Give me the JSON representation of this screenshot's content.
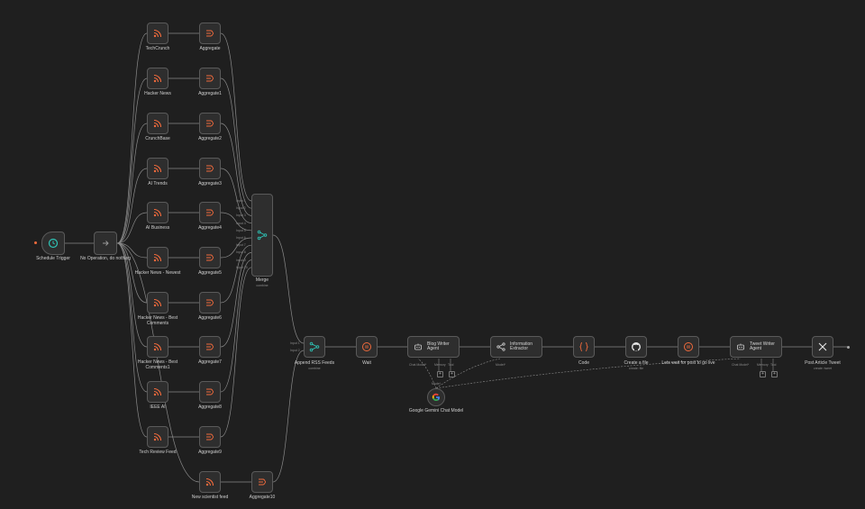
{
  "workflow": {
    "nodes": {
      "schedule_trigger": {
        "label": "Schedule Trigger",
        "icon": "clock-icon"
      },
      "no_op": {
        "label": "No Operation, do nothing",
        "icon": "arrow-right-icon"
      },
      "feeds": [
        {
          "label": "TechCrunch",
          "icon": "rss-icon"
        },
        {
          "label": "Hacker News",
          "icon": "rss-icon"
        },
        {
          "label": "CrunchBase",
          "icon": "rss-icon"
        },
        {
          "label": "AI Trends",
          "icon": "rss-icon"
        },
        {
          "label": "AI Business",
          "icon": "rss-icon"
        },
        {
          "label": "Hacker News - Newest",
          "icon": "rss-icon"
        },
        {
          "label": "Hacker News - Best Comments",
          "icon": "rss-icon"
        },
        {
          "label": "Hacker News - Best Comments1",
          "icon": "rss-icon"
        },
        {
          "label": "IEEE AI",
          "icon": "rss-icon"
        },
        {
          "label": "Tech Review Feed",
          "icon": "rss-icon"
        },
        {
          "label": "New scientist feed",
          "icon": "rss-icon"
        }
      ],
      "aggregates": [
        {
          "label": "Aggregate"
        },
        {
          "label": "Aggregate1"
        },
        {
          "label": "Aggregate2"
        },
        {
          "label": "Aggregate3"
        },
        {
          "label": "Aggregate4"
        },
        {
          "label": "Aggregate5"
        },
        {
          "label": "Aggregate6"
        },
        {
          "label": "Aggregate7"
        },
        {
          "label": "Aggregate8"
        },
        {
          "label": "Aggregate9"
        },
        {
          "label": "Aggregate10"
        }
      ],
      "merge": {
        "label": "Merge",
        "sublabel": "combine",
        "icon": "merge-icon",
        "inputs": [
          "Input 1",
          "Input 2",
          "Input 3",
          "Input 4",
          "Input 5",
          "Input 6",
          "Input 7",
          "Input 8",
          "Input 9",
          "Input 10"
        ]
      },
      "append": {
        "label": "Append RSS Feeds",
        "sublabel": "combine",
        "icon": "merge-icon",
        "inputs": [
          "Input 1",
          "Input 2"
        ]
      },
      "wait": {
        "label": "Wait",
        "icon": "pause-icon"
      },
      "blog_agent": {
        "label": "Blog Writer Agent",
        "icon": "robot-icon",
        "ports": [
          "Chat Model*",
          "Memory",
          "Tool"
        ]
      },
      "info_extractor": {
        "label": "Information Extractor",
        "icon": "extractor-icon",
        "ports": [
          "Model*"
        ]
      },
      "code": {
        "label": "Code",
        "icon": "braces-icon"
      },
      "create_file": {
        "label": "Create a file",
        "sublabel": "create: file",
        "icon": "github-icon"
      },
      "wait_post": {
        "label": "Lets wait for post to go live",
        "icon": "pause-icon"
      },
      "tweet_agent": {
        "label": "Tweet Writer Agent",
        "icon": "robot-icon",
        "ports": [
          "Chat Model*",
          "Memory",
          "Tool"
        ]
      },
      "post_tweet": {
        "label": "Post Article Tweet",
        "sublabel": "create: tweet",
        "icon": "x-logo-icon"
      },
      "gemini": {
        "label": "Google Gemini Chat Model",
        "icon": "google-icon",
        "port": "Model"
      }
    },
    "colors": {
      "canvas": "#1f1f1f",
      "node": "#2e2e2e",
      "border": "#5a5a5a",
      "rss": "#ef6a3c",
      "trigger": "#2ec4b6",
      "merge": "#2ec4b6",
      "wire": "#8a8a8a"
    }
  }
}
